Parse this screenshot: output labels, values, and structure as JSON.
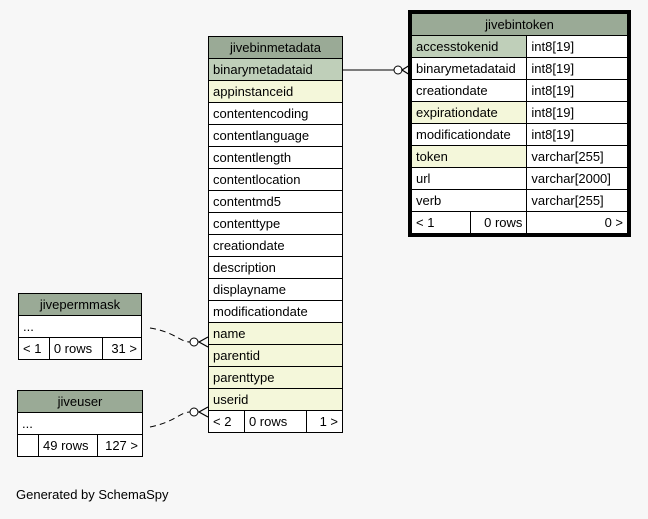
{
  "jivebinmetadata": {
    "name": "jivebinmetadata",
    "columns": [
      {
        "name": "binarymetadataid",
        "kind": "pk"
      },
      {
        "name": "appinstanceid",
        "kind": "fk"
      },
      {
        "name": "contentencoding",
        "kind": "col"
      },
      {
        "name": "contentlanguage",
        "kind": "col"
      },
      {
        "name": "contentlength",
        "kind": "col"
      },
      {
        "name": "contentlocation",
        "kind": "col"
      },
      {
        "name": "contentmd5",
        "kind": "col"
      },
      {
        "name": "contenttype",
        "kind": "col"
      },
      {
        "name": "creationdate",
        "kind": "col"
      },
      {
        "name": "description",
        "kind": "col"
      },
      {
        "name": "displayname",
        "kind": "col"
      },
      {
        "name": "modificationdate",
        "kind": "col"
      },
      {
        "name": "name",
        "kind": "fk"
      },
      {
        "name": "parentid",
        "kind": "fk"
      },
      {
        "name": "parenttype",
        "kind": "fk"
      },
      {
        "name": "userid",
        "kind": "fk"
      }
    ],
    "footer": {
      "parents": "< 2",
      "rows": "0 rows",
      "children": "1 >"
    }
  },
  "jivebintoken": {
    "name": "jivebintoken",
    "columns": [
      {
        "name": "accesstokenid",
        "type": "int8[19]",
        "kind": "pk"
      },
      {
        "name": "binarymetadataid",
        "type": "int8[19]",
        "kind": "col"
      },
      {
        "name": "creationdate",
        "type": "int8[19]",
        "kind": "col"
      },
      {
        "name": "expirationdate",
        "type": "int8[19]",
        "kind": "fk"
      },
      {
        "name": "modificationdate",
        "type": "int8[19]",
        "kind": "col"
      },
      {
        "name": "token",
        "type": "varchar[255]",
        "kind": "fk"
      },
      {
        "name": "url",
        "type": "varchar[2000]",
        "kind": "col"
      },
      {
        "name": "verb",
        "type": "varchar[255]",
        "kind": "col"
      }
    ],
    "footer": {
      "parents": "< 1",
      "rows": "0 rows",
      "children": "0 >"
    }
  },
  "jivepermmask": {
    "name": "jivepermmask",
    "body": "...",
    "footer": {
      "parents": "< 1",
      "rows": "0 rows",
      "children": "31 >"
    }
  },
  "jiveuser": {
    "name": "jiveuser",
    "body": "...",
    "footer": {
      "parents": "",
      "rows": "49 rows",
      "children": "127 >"
    }
  },
  "footer_text": "Generated by SchemaSpy"
}
